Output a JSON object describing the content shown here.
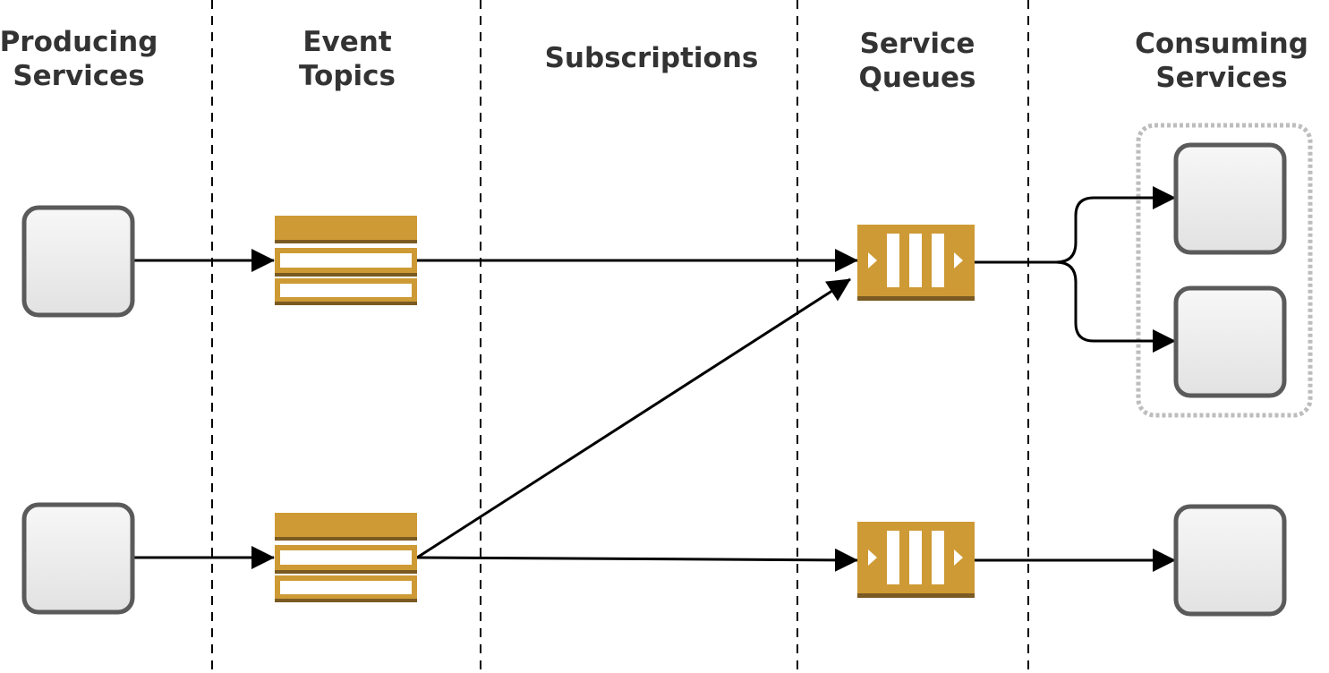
{
  "columns": {
    "producing": "Producing\nServices",
    "topics": "Event\nTopics",
    "subscriptions": "Subscriptions",
    "queues": "Service\nQueues",
    "consuming": "Consuming\nServices"
  },
  "colors": {
    "topic_gold": "#CE9A35",
    "topic_dark": "#7A5A22",
    "service_border": "#5A5A5A",
    "service_fill_top": "#F7F7F7",
    "service_fill_bottom": "#E2E2E2",
    "arrow": "#000000",
    "divider": "#000000",
    "group_outline": "#BDBDBD"
  }
}
